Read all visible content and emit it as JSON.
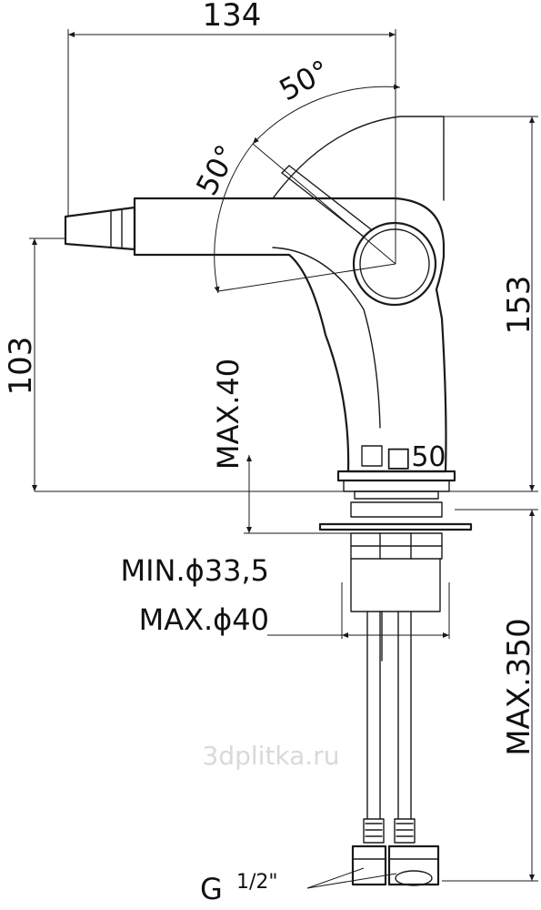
{
  "dimensions": {
    "overall_length": "134",
    "arc_upper_angle": "50°",
    "arc_lower_angle": "50°",
    "spout_height": "103",
    "total_height": "153",
    "body_square": "□50",
    "max_deck_thickness": "MAX.40",
    "min_hole_diameter": "MIN.ϕ33,5",
    "max_hole_diameter": "MAX.ϕ40",
    "max_hose_length": "MAX.350",
    "connection_thread": "G",
    "connection_size": "1/2\""
  },
  "watermark": "3dplitka.ru"
}
